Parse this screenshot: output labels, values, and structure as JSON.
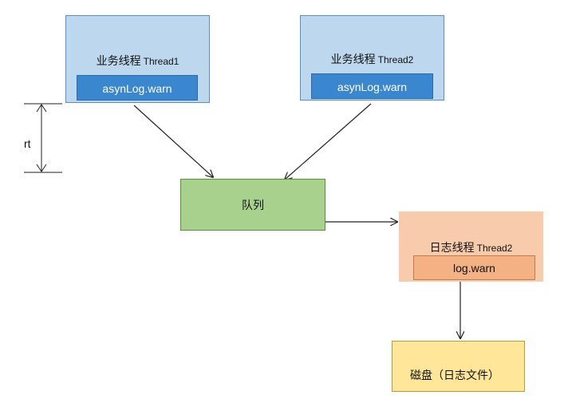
{
  "thread1": {
    "title": "业务线程",
    "thread": "Thread1",
    "action": "asynLog.warn"
  },
  "thread2": {
    "title": "业务线程",
    "thread": "Thread2",
    "action": "asynLog.warn"
  },
  "queue": {
    "label": "队列"
  },
  "log_thread": {
    "title": "日志线程",
    "thread": "Thread2",
    "action": "log.warn"
  },
  "disk": {
    "label": "磁盘（日志文件）"
  },
  "rt": {
    "label": "rt"
  },
  "colors": {
    "business_fill": "#bdd7ee",
    "business_border": "#5a8fc4",
    "business_inner": "#3b87cf",
    "queue_fill": "#a9d18e",
    "queue_border": "#5b8f3f",
    "log_fill": "#f8cbad",
    "log_inner": "#f4b183",
    "log_inner_border": "#c57a46",
    "disk_fill": "#ffe699",
    "disk_border": "#bf9a2c"
  }
}
